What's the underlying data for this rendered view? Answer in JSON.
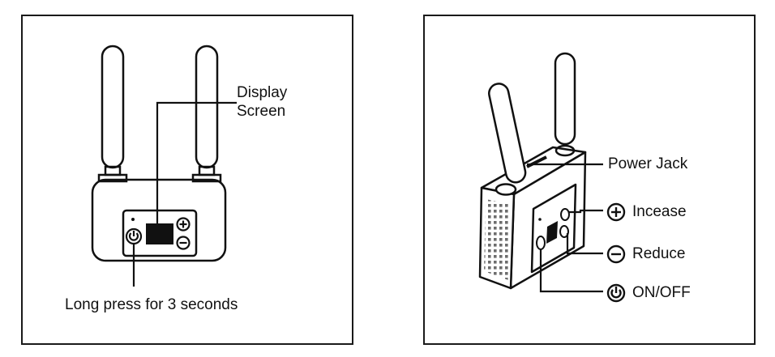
{
  "left_panel": {
    "display_label_line1": "Display",
    "display_label_line2": "Screen",
    "long_press_label": "Long press for 3 seconds"
  },
  "right_panel": {
    "power_jack_label": "Power Jack",
    "increase_label": "Incease",
    "reduce_label": "Reduce",
    "onoff_label": "ON/OFF"
  },
  "colors": {
    "stroke": "#111111",
    "background": "#ffffff",
    "vent": "#6d6d6d"
  }
}
